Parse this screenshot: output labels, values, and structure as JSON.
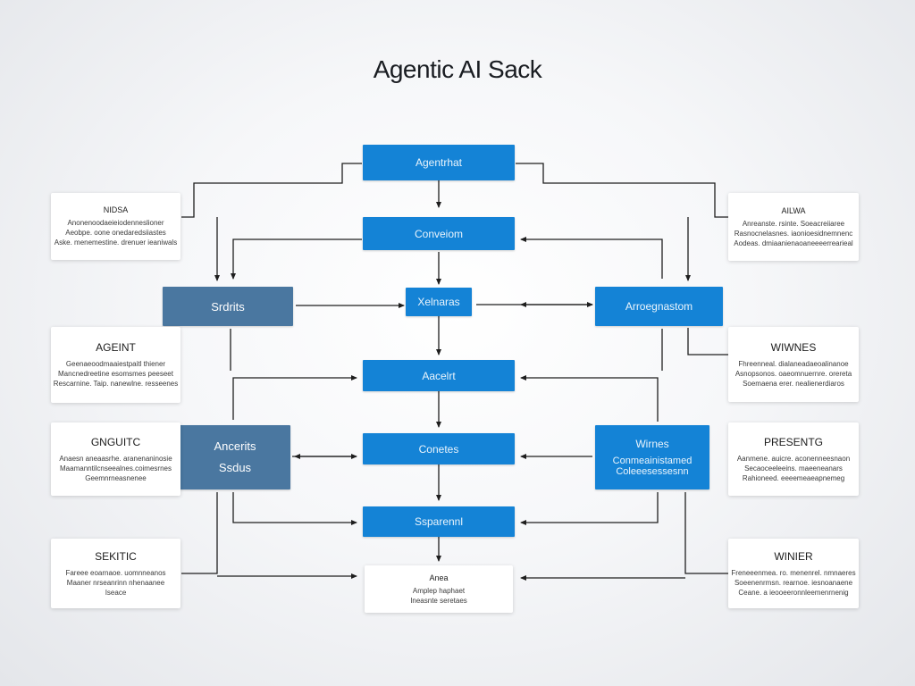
{
  "title": "Agentic AI Sack",
  "nodes": {
    "center_top": "Agentrhat",
    "center_2": "Conveiom",
    "center_3": "Xelnaras",
    "center_4": "Aacelrt",
    "center_5": "Conetes",
    "center_6": "Ssparennl",
    "bottom_card": {
      "heading": "Anea",
      "lines": [
        "Amplep haphaet",
        "Ineasnte seretaes"
      ]
    },
    "left_srdrits": "Srdrits",
    "left_stack": [
      "Ancerits",
      "Ssdus"
    ],
    "right_arroegnastom": "Arroegnastom",
    "right_wimes": [
      "Wirnes",
      "Conmeainistamed",
      "Coleeesessesnn"
    ]
  },
  "left_cards": [
    {
      "heading": "NIDSA",
      "lines": [
        "Anonenoodaeieiodenneslioner",
        "Aeobpe. oone onedaredsiiastes",
        "Aske. menemestine. drenuer ieaniwals"
      ]
    },
    {
      "heading": "AGEINT",
      "lines": [
        "Geenaeoodmaaiestpaitl thiener",
        "Mancnedreetine esomsmes peeseet",
        "Rescarnine. Taip. nanewlne. resseenes"
      ]
    },
    {
      "heading": "GNGUITC",
      "lines": [
        "Anaesn aneaasrhe. aranenaninosie",
        "Maamanntilcnseealnes.coimesrnes",
        "Geemnrneasnenee"
      ]
    },
    {
      "heading": "SEKITIC",
      "lines": [
        "Fareee eoarnaoe. uomnneanos",
        "Maaner nrseanrinn nhenaanee",
        "Iseace"
      ]
    }
  ],
  "right_cards": [
    {
      "heading": "AILWA",
      "lines": [
        "Anreanste. rsinte. Soeacreiiaree",
        "Rasnocnelasnes. iaonioesidnemnenc",
        "Aodeas. dmiaanienaoaneeeerrearieal"
      ]
    },
    {
      "heading": "WIWNES",
      "lines": [
        "Fhreenneal. dialaneadaeoalinanoe",
        "Asnopsonos. oaeomnuernre. orereta",
        "Soemaena erer. nealienerdiaros"
      ]
    },
    {
      "heading": "PRESENTG",
      "lines": [
        "Aanmene. auicre. aconenneesnaon",
        "Secaoceeleeins. maeeneanars",
        "Rahioneed. eeeemeaeapnemeg"
      ]
    },
    {
      "heading": "WINIER",
      "lines": [
        "Freneeenmea. ro. menenrel. nmnaeres",
        "Soeenenrmsn. rearnoe. iesnoanaene",
        "Ceane. a ieooeeronnleemenrnenig"
      ]
    }
  ],
  "colors": {
    "blue": "#1483d6",
    "slate": "#4a77a0",
    "wire": "#1e1e1e"
  }
}
